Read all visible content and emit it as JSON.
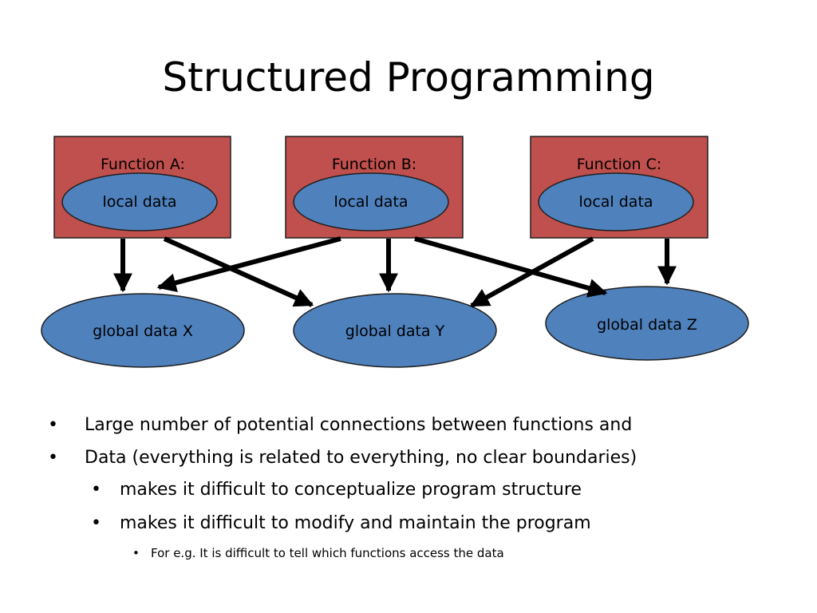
{
  "title": "Structured Programming",
  "functions": [
    {
      "label": "Function A:",
      "local_label": "local data"
    },
    {
      "label": "Function B:",
      "local_label": "local data"
    },
    {
      "label": "Function C:",
      "local_label": "local data"
    }
  ],
  "globals": [
    {
      "label": "global data X"
    },
    {
      "label": "global data Y"
    },
    {
      "label": "global data Z"
    }
  ],
  "colors": {
    "function_box": "#c0504d",
    "ellipse": "#4f81bd",
    "stroke": "#1f1f1f",
    "arrow": "#000000"
  },
  "bullets": [
    {
      "level": 1,
      "marker": "•",
      "text": "Large number of potential connections between functions and"
    },
    {
      "level": 1,
      "marker": "•",
      "text": "Data (everything is related to everything, no clear boundaries)"
    },
    {
      "level": 2,
      "marker": "•",
      "text": "makes it difficult to conceptualize program structure"
    },
    {
      "level": 2,
      "marker": "•",
      "text": "makes it difficult to modify and maintain the program"
    },
    {
      "level": 3,
      "marker": "•",
      "text": "For e.g. It is difficult to tell which functions access the data"
    }
  ]
}
